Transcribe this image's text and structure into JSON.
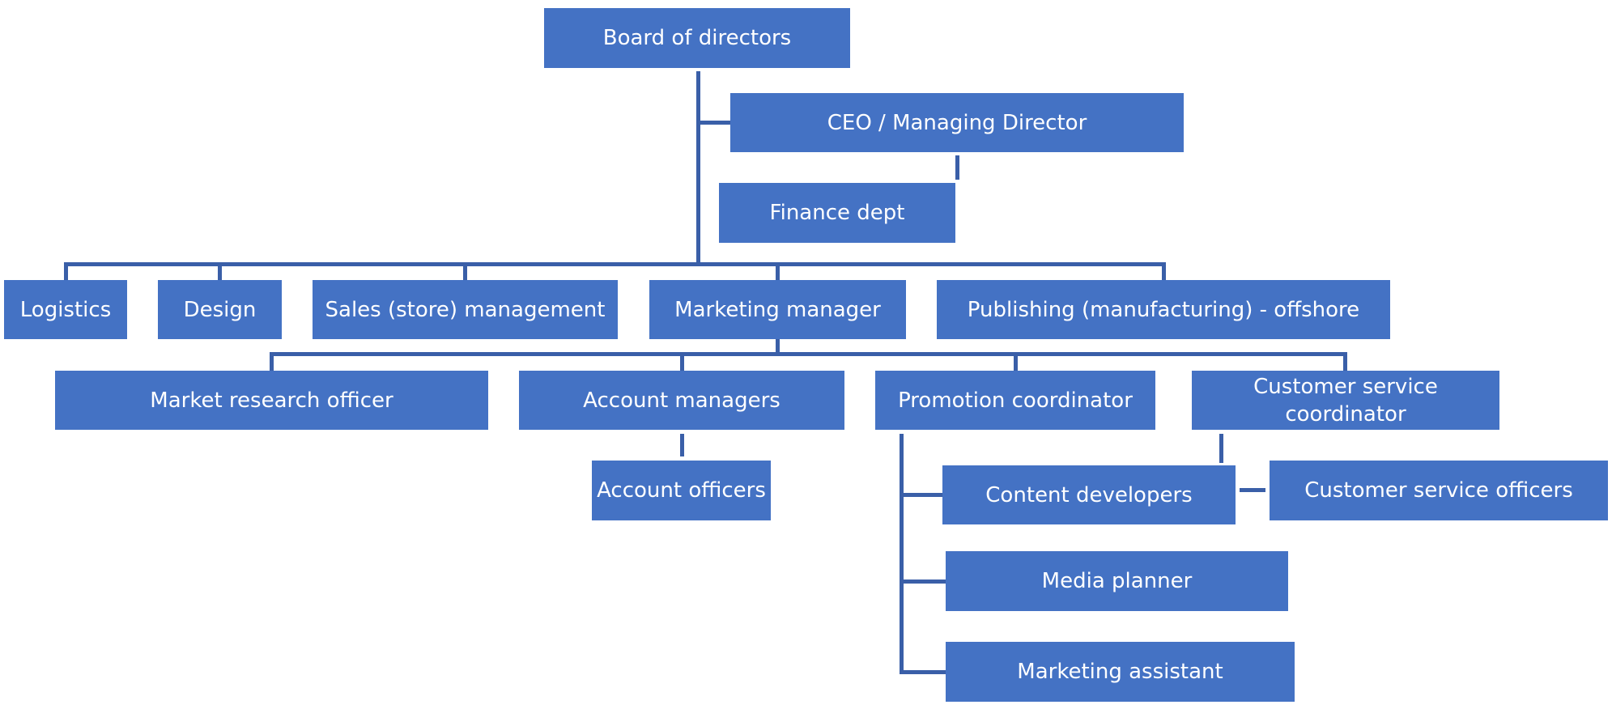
{
  "diagram": {
    "nodes": {
      "board": "Board of directors",
      "ceo": "CEO / Managing Director",
      "finance": "Finance dept",
      "logistics": "Logistics",
      "design": "Design",
      "sales": "Sales (store) management",
      "marketing_manager": "Marketing manager",
      "publishing": "Publishing (manufacturing) - offshore",
      "market_research": "Market research officer",
      "account_managers": "Account managers",
      "promotion": "Promotion coordinator",
      "customer_service_coord": "Customer service coordinator",
      "account_officers": "Account officers",
      "content_developers": "Content developers",
      "customer_service_officers": "Customer service officers",
      "media_planner": "Media planner",
      "marketing_assistant": "Marketing assistant"
    },
    "colors": {
      "box_fill": "#4472C4",
      "connector": "#3A5FA8",
      "text": "#FFFFFF"
    }
  }
}
